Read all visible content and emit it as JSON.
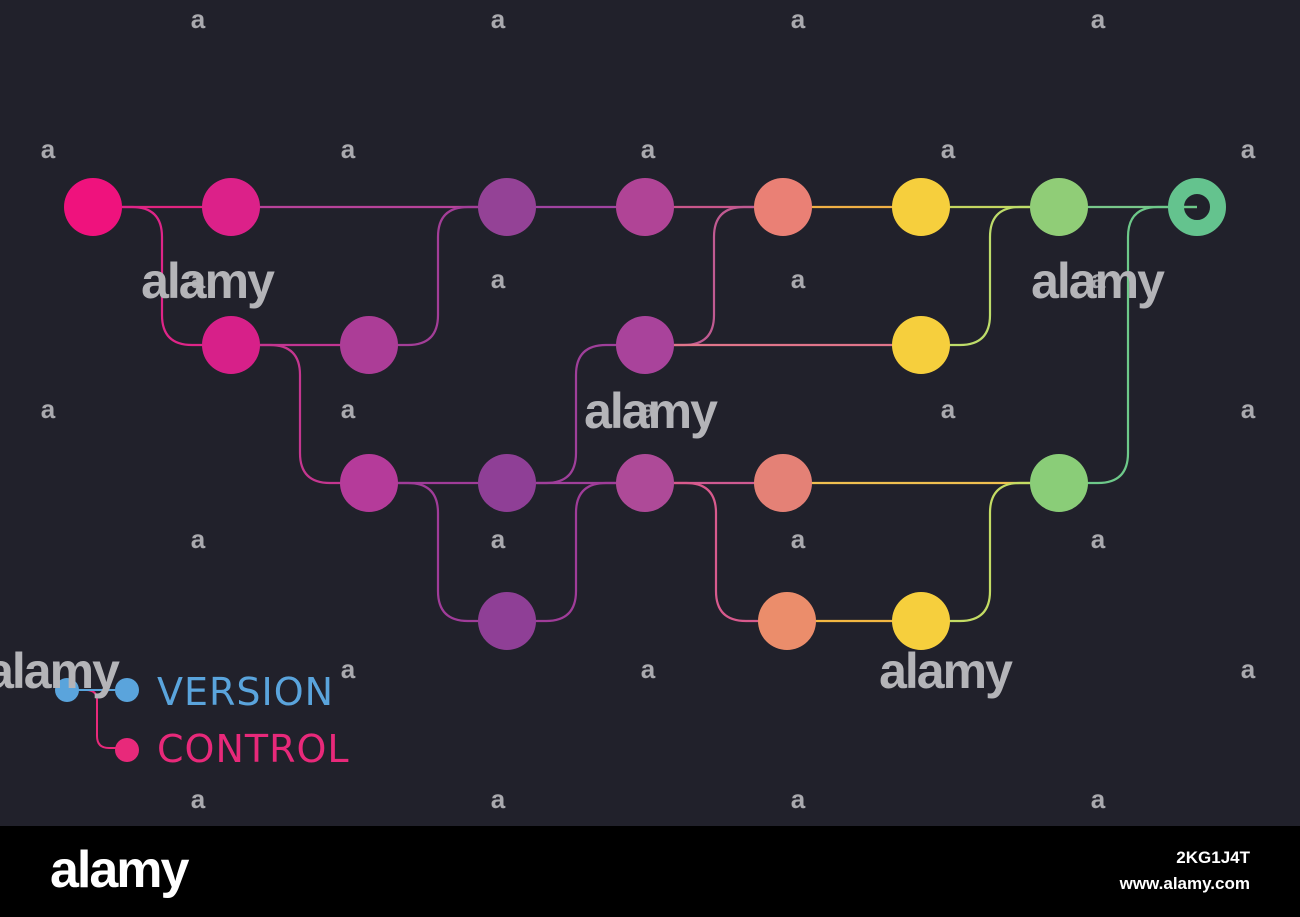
{
  "diagram": {
    "nodes": [
      {
        "id": "a1",
        "color": "#ef127d"
      },
      {
        "id": "a2",
        "color": "#dc2189"
      },
      {
        "id": "a3",
        "color": "#944296"
      },
      {
        "id": "a4",
        "color": "#b04496"
      },
      {
        "id": "a5",
        "color": "#ea8075"
      },
      {
        "id": "a6",
        "color": "#f6cf3d"
      },
      {
        "id": "a7",
        "color": "#90cd77"
      },
      {
        "id": "b1",
        "color": "#d72089"
      },
      {
        "id": "b2",
        "color": "#ac3d97"
      },
      {
        "id": "b3",
        "color": "#a9439b"
      },
      {
        "id": "b4",
        "color": "#f6cf3d"
      },
      {
        "id": "c1",
        "color": "#b53b9a"
      },
      {
        "id": "c2",
        "color": "#8f3f96"
      },
      {
        "id": "c3",
        "color": "#ae4a98"
      },
      {
        "id": "c4",
        "color": "#e48176"
      },
      {
        "id": "c5",
        "color": "#8acd78"
      },
      {
        "id": "d1",
        "color": "#8f3f96"
      },
      {
        "id": "d2",
        "color": "#eb8d6b"
      },
      {
        "id": "d3",
        "color": "#f6cf3d"
      }
    ],
    "head_node": {
      "id": "head",
      "color": "#64c38e"
    },
    "edges": [
      {
        "path": "a1-a2",
        "color": "#e0247f"
      },
      {
        "path": "a2-a3",
        "color": "#b7439a"
      },
      {
        "path": "a3-a4",
        "color": "#a043a0"
      },
      {
        "path": "a4-a5",
        "color": "#c8568a"
      },
      {
        "path": "a5-a6",
        "color": "#f0b045"
      },
      {
        "path": "a6-a7",
        "color": "#c4d660"
      },
      {
        "path": "a7-head",
        "color": "#78c78a"
      },
      {
        "path": "a1-b1",
        "color": "#df2588"
      },
      {
        "path": "b1-b2",
        "color": "#c23592"
      },
      {
        "path": "b2-a3",
        "color": "#a33e98"
      },
      {
        "path": "b1-c1",
        "color": "#c4368f"
      },
      {
        "path": "b3-a5",
        "color": "#c05a91"
      },
      {
        "path": "b3-b4",
        "color": "#e0758a"
      },
      {
        "path": "b4-a7",
        "color": "#bedc6a"
      },
      {
        "path": "c1-c2",
        "color": "#a03c99"
      },
      {
        "path": "c2-b3",
        "color": "#9f3f9a"
      },
      {
        "path": "c2-c3",
        "color": "#a03f9a"
      },
      {
        "path": "c3-c4",
        "color": "#d05a92"
      },
      {
        "path": "c4-c5",
        "color": "#f0c050"
      },
      {
        "path": "c5-head",
        "color": "#6ec98a"
      },
      {
        "path": "c1-d1",
        "color": "#a03c99"
      },
      {
        "path": "d1-c3",
        "color": "#a03c99"
      },
      {
        "path": "c3-d2",
        "color": "#d85a8d"
      },
      {
        "path": "d2-d3",
        "color": "#f3b742"
      },
      {
        "path": "d3-c5",
        "color": "#c4dc64"
      }
    ]
  },
  "legend": {
    "line1": "VERSION",
    "line2": "CONTROL",
    "color1": "#5aa4dc",
    "color2": "#e8297a"
  },
  "watermark": {
    "mark": "a",
    "word": "alamy"
  },
  "footer": {
    "logo": "alamy",
    "image_id": "2KG1J4T",
    "url": "www.alamy.com"
  }
}
